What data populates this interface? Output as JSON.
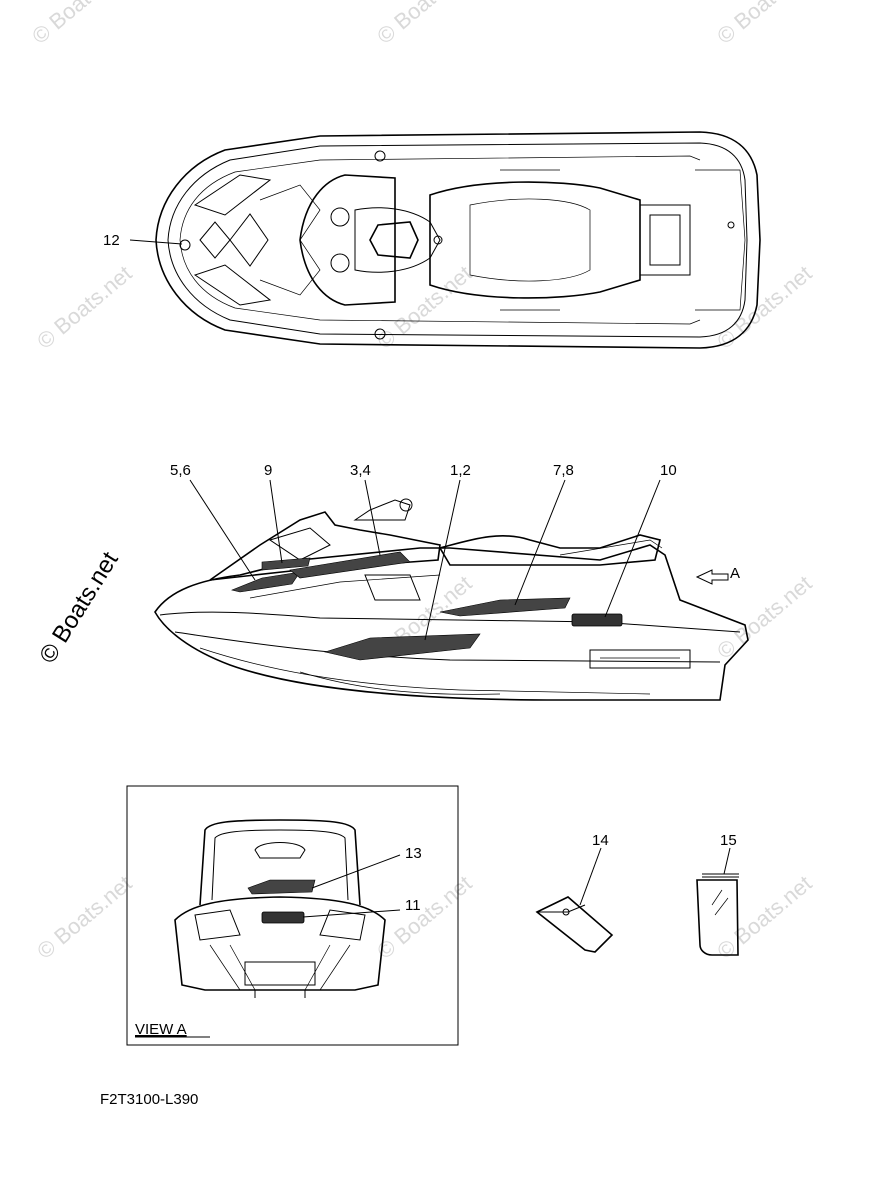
{
  "watermarks": {
    "brand": "© Boats.net",
    "side_text": "© Boats.net"
  },
  "callouts": {
    "c12": "12",
    "c5_6": "5,6",
    "c9": "9",
    "c3_4": "3,4",
    "c1_2": "1,2",
    "c7_8": "7,8",
    "c10": "10",
    "arrow_a": "A",
    "c13": "13",
    "c11": "11",
    "c14": "14",
    "c15": "15"
  },
  "view_a_label": "VIEW A",
  "drawing_code": "F2T3100-L390",
  "colors": {
    "line": "#000000",
    "watermark": "#d9d9d9",
    "background": "#ffffff"
  }
}
